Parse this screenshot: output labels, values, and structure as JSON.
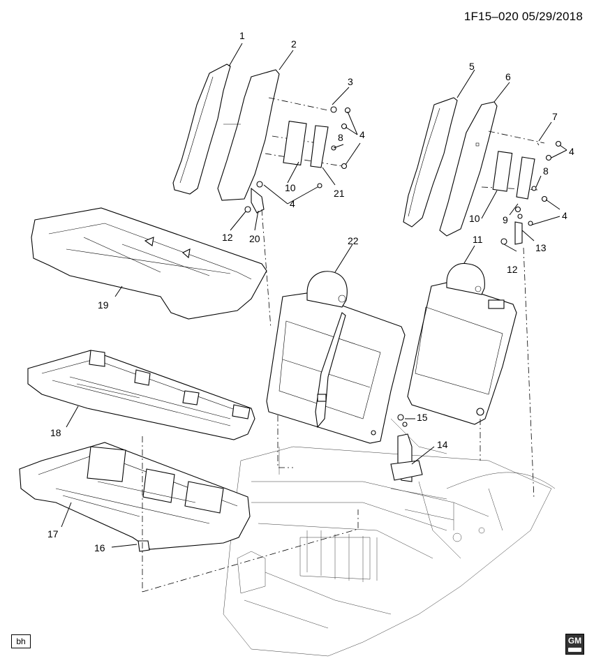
{
  "header": {
    "code": "1F15–020  05/29/2018"
  },
  "footer": {
    "box_label": "bh",
    "logo": "GM"
  },
  "callouts": {
    "c1": "1",
    "c2": "2",
    "c3": "3",
    "c4a": "4",
    "c4b": "4",
    "c4c": "4",
    "c4d": "4",
    "c5": "5",
    "c6": "6",
    "c7": "7",
    "c8a": "8",
    "c8b": "8",
    "c9": "9",
    "c10a": "10",
    "c10b": "10",
    "c11": "11",
    "c12a": "12",
    "c12b": "12",
    "c13": "13",
    "c14": "14",
    "c15": "15",
    "c16": "16",
    "c17": "17",
    "c18": "18",
    "c19": "19",
    "c20": "20",
    "c21": "21",
    "c22": "22"
  }
}
